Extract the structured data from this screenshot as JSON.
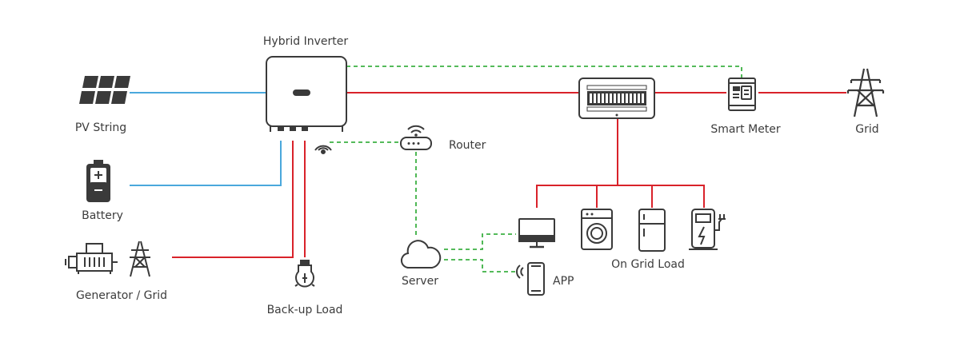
{
  "labels": {
    "hybrid_inverter": "Hybrid Inverter",
    "pv_string": "PV String",
    "battery": "Battery",
    "generator_grid": "Generator / Grid",
    "backup_load": "Back-up Load",
    "router": "Router",
    "server": "Server",
    "app": "APP",
    "on_grid_load": "On Grid Load",
    "smart_meter": "Smart Meter",
    "grid": "Grid"
  },
  "colors": {
    "ac_power": "#d9222a",
    "dc_power": "#4aa8dc",
    "communication": "#3cb043",
    "icon": "#3a3a3a"
  },
  "icons": [
    "pv-panel-icon",
    "battery-icon",
    "generator-icon",
    "pylon-icon",
    "inverter-icon",
    "wifi-icon",
    "router-icon",
    "cloud-icon",
    "monitor-icon",
    "phone-icon",
    "washer-icon",
    "fridge-icon",
    "ev-charger-icon",
    "bulb-icon",
    "distribution-box-icon",
    "smart-meter-icon"
  ]
}
